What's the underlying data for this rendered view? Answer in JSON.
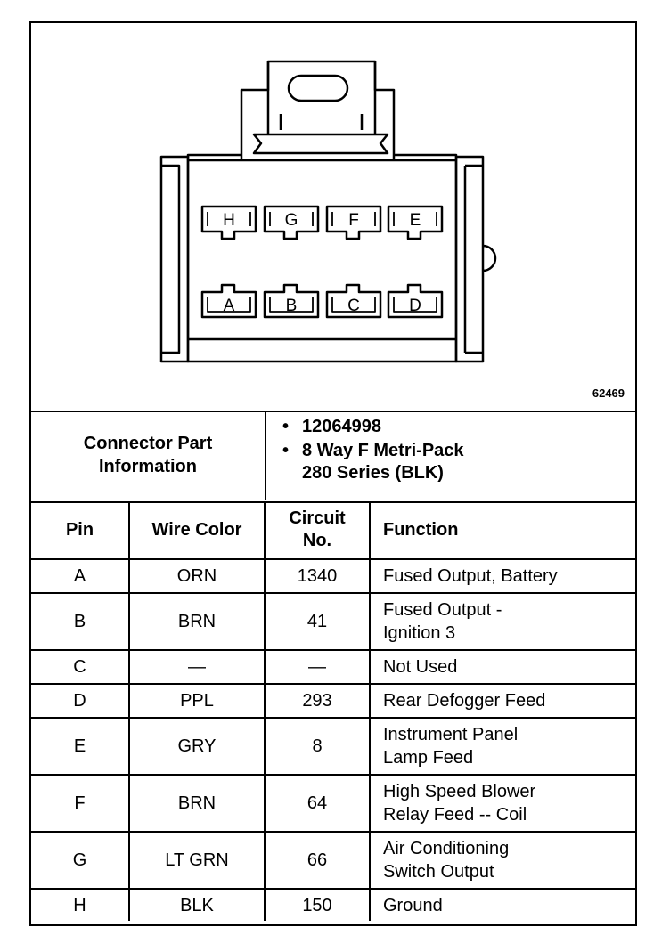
{
  "figure": {
    "number": "62469",
    "connector_pins_top": [
      "H",
      "G",
      "F",
      "E"
    ],
    "connector_pins_bottom": [
      "A",
      "B",
      "C",
      "D"
    ]
  },
  "connector_info": {
    "label": "Connector Part\nInformation",
    "items": [
      "12064998",
      "8 Way F Metri-Pack\n280 Series (BLK)"
    ]
  },
  "table": {
    "headers": {
      "pin": "Pin",
      "wire_color": "Wire Color",
      "circuit": "Circuit\nNo.",
      "function": "Function"
    },
    "rows": [
      {
        "pin": "A",
        "wire_color": "ORN",
        "circuit": "1340",
        "function": "Fused Output, Battery"
      },
      {
        "pin": "B",
        "wire_color": "BRN",
        "circuit": "41",
        "function": "Fused Output -\nIgnition 3"
      },
      {
        "pin": "C",
        "wire_color": "—",
        "circuit": "—",
        "function": "Not Used"
      },
      {
        "pin": "D",
        "wire_color": "PPL",
        "circuit": "293",
        "function": "Rear Defogger Feed"
      },
      {
        "pin": "E",
        "wire_color": "GRY",
        "circuit": "8",
        "function": "Instrument Panel\nLamp Feed"
      },
      {
        "pin": "F",
        "wire_color": "BRN",
        "circuit": "64",
        "function": "High Speed Blower\nRelay Feed -- Coil"
      },
      {
        "pin": "G",
        "wire_color": "LT GRN",
        "circuit": "66",
        "function": "Air Conditioning\nSwitch Output"
      },
      {
        "pin": "H",
        "wire_color": "BLK",
        "circuit": "150",
        "function": "Ground"
      }
    ]
  }
}
